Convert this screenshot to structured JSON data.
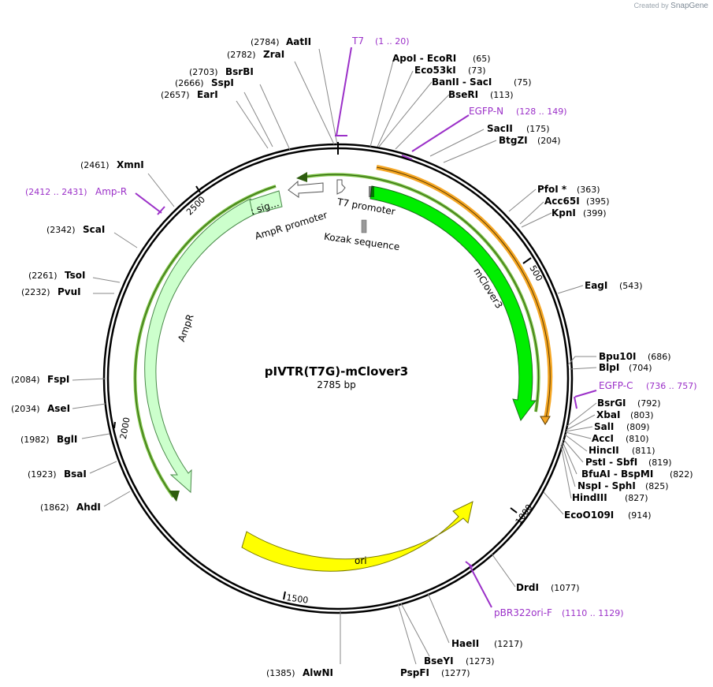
{
  "credit": {
    "prefix": "Created by",
    "brand": "SnapGene"
  },
  "plasmid": {
    "name": "pIVTR(T7G)-mClover3",
    "length": "2785 bp",
    "bp": 2785
  },
  "sites": [
    {
      "pos": "(2784)",
      "name": "AatII"
    },
    {
      "pos": "(2782)",
      "name": "ZraI"
    },
    {
      "pos": "(2703)",
      "name": "BsrBI"
    },
    {
      "pos": "(2666)",
      "name": "SspI"
    },
    {
      "pos": "(2657)",
      "name": "EarI"
    },
    {
      "pos": "(2461)",
      "name": "XmnI"
    },
    {
      "pos": "(2342)",
      "name": "ScaI"
    },
    {
      "pos": "(2261)",
      "name": "TsoI"
    },
    {
      "pos": "(2232)",
      "name": "PvuI"
    },
    {
      "pos": "(2084)",
      "name": "FspI"
    },
    {
      "pos": "(2034)",
      "name": "AseI"
    },
    {
      "pos": "(1982)",
      "name": "BglI"
    },
    {
      "pos": "(1923)",
      "name": "BsaI"
    },
    {
      "pos": "(1862)",
      "name": "AhdI"
    },
    {
      "pos": "(1385)",
      "name": "AlwNI"
    },
    {
      "pos": "(1277)",
      "name": "PspFI"
    },
    {
      "pos": "(1273)",
      "name": "BseYI"
    },
    {
      "pos": "(1217)",
      "name": "HaeII"
    },
    {
      "pos": "(1077)",
      "name": "DrdI"
    },
    {
      "pos": "(914)",
      "name": "EcoO109I"
    },
    {
      "pos": "(827)",
      "name": "HindIII"
    },
    {
      "pos": "(825)",
      "name": "NspI - SphI"
    },
    {
      "pos": "(822)",
      "name": "BfuAI - BspMI"
    },
    {
      "pos": "(819)",
      "name": "PstI - SbfI"
    },
    {
      "pos": "(811)",
      "name": "HincII"
    },
    {
      "pos": "(810)",
      "name": "AccI"
    },
    {
      "pos": "(809)",
      "name": "SalI"
    },
    {
      "pos": "(803)",
      "name": "XbaI"
    },
    {
      "pos": "(792)",
      "name": "BsrGI"
    },
    {
      "pos": "(704)",
      "name": "BlpI"
    },
    {
      "pos": "(686)",
      "name": "Bpu10I"
    },
    {
      "pos": "(543)",
      "name": "EagI"
    },
    {
      "pos": "(399)",
      "name": "KpnI"
    },
    {
      "pos": "(395)",
      "name": "Acc65I"
    },
    {
      "pos": "(363)",
      "name": "PfoI *"
    },
    {
      "pos": "(204)",
      "name": "BtgZI"
    },
    {
      "pos": "(175)",
      "name": "SacII"
    },
    {
      "pos": "(113)",
      "name": "BseRI"
    },
    {
      "pos": "(75)",
      "name": "BanII - SacI"
    },
    {
      "pos": "(73)",
      "name": "Eco53kI"
    },
    {
      "pos": "(65)",
      "name": "ApoI - EcoRI"
    }
  ],
  "primers": [
    {
      "name": "T7",
      "range": "(1 .. 20)"
    },
    {
      "name": "EGFP-N",
      "range": "(128 .. 149)"
    },
    {
      "name": "EGFP-C",
      "range": "(736 .. 757)"
    },
    {
      "name": "pBR322ori-F",
      "range": "(1110 .. 1129)"
    },
    {
      "name": "Amp-R",
      "range": "(2412 .. 2431)"
    }
  ],
  "features": [
    {
      "name": "mClover3",
      "color": "#00ee00"
    },
    {
      "name": "ori",
      "color": "#ffff00"
    },
    {
      "name": "AmpR",
      "color": "#ccffcc"
    },
    {
      "name": "AmpR promoter",
      "color": "#ffffff"
    },
    {
      "name": "T7 promoter",
      "color": "#ffffff"
    },
    {
      "name": "Kozak sequence",
      "color": "#999999"
    },
    {
      "name": ": sig…",
      "color": "#ccffcc"
    }
  ],
  "ticks": [
    "500",
    "1000",
    "1500",
    "2000",
    "2500"
  ],
  "colors": {
    "primer": "#9b30c8",
    "orf": "#2e7d1e",
    "orange": "#f5a623"
  }
}
